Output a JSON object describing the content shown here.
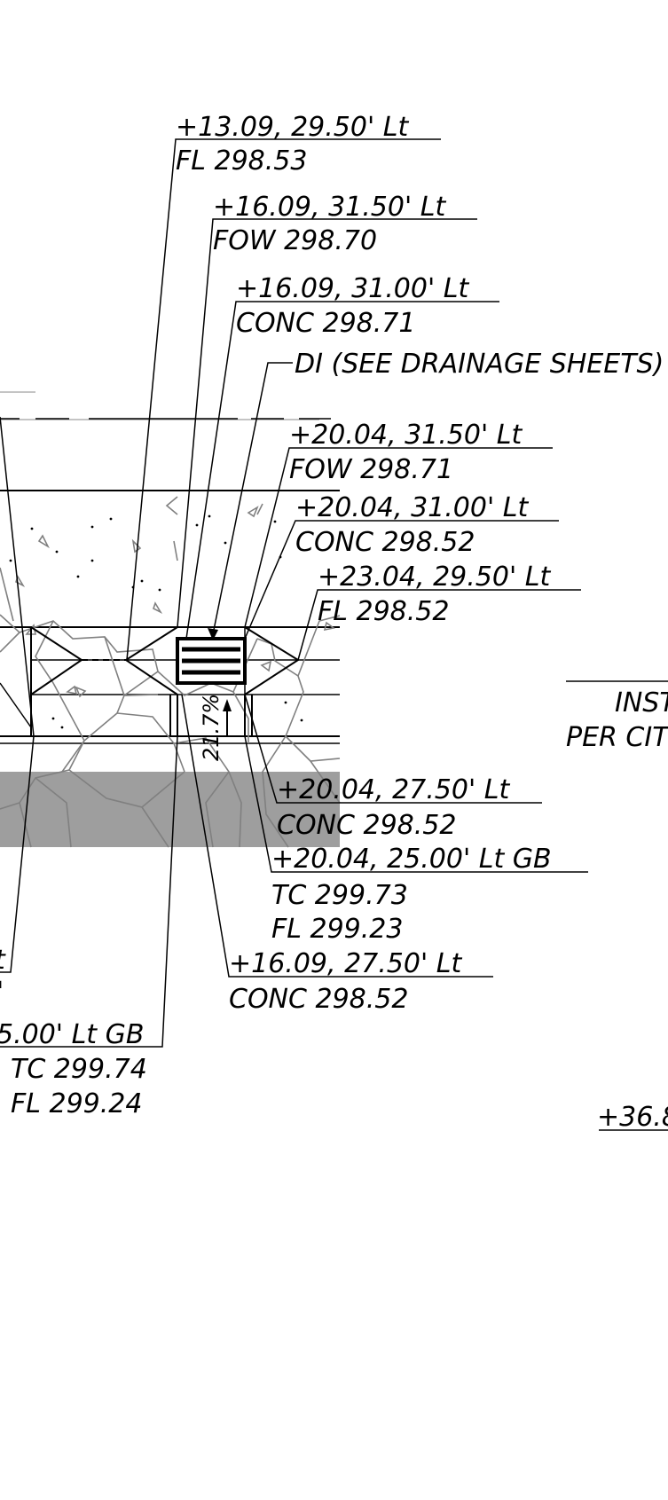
{
  "colors": {
    "ink": "#000000",
    "paving_pattern": "#808080",
    "shaded_area": "#9e9e9e",
    "faint_line": "#b0b0b0"
  },
  "callouts": [
    {
      "station": "+13.09, 29.50' Lt",
      "elevations": [
        "FL 298.53"
      ]
    },
    {
      "station": "+16.09, 31.50' Lt",
      "elevations": [
        "FOW 298.70"
      ]
    },
    {
      "station": "+16.09, 31.00' Lt",
      "elevations": [
        "CONC 298.71"
      ]
    },
    {
      "station": "DI (SEE DRAINAGE SHEETS)",
      "elevations": []
    },
    {
      "station": "+20.04, 31.50' Lt",
      "elevations": [
        "FOW 298.71"
      ]
    },
    {
      "station": "+20.04, 31.00' Lt",
      "elevations": [
        "CONC 298.52"
      ]
    },
    {
      "station": "+23.04, 29.50' Lt",
      "elevations": [
        "FL 298.52"
      ]
    },
    {
      "station": "+20.04, 27.50' Lt",
      "elevations": [
        "CONC 298.52"
      ]
    },
    {
      "station": "+20.04, 25.00' Lt GB",
      "elevations": [
        "TC 299.73",
        "FL 299.23"
      ]
    },
    {
      "station": "+16.09, 27.50' Lt",
      "elevations": [
        "CONC 298.52"
      ]
    },
    {
      "station": "5.00' Lt GB",
      "elevations": [
        "TC 299.74",
        "FL 299.24"
      ]
    }
  ],
  "slope_label": "21.7%",
  "cut_notes": {
    "inst_line1": "INST",
    "inst_line2": "PER CIT",
    "station_partial": "+36.8",
    "left_fragment_1": "t",
    "left_fragment_2": "'"
  }
}
